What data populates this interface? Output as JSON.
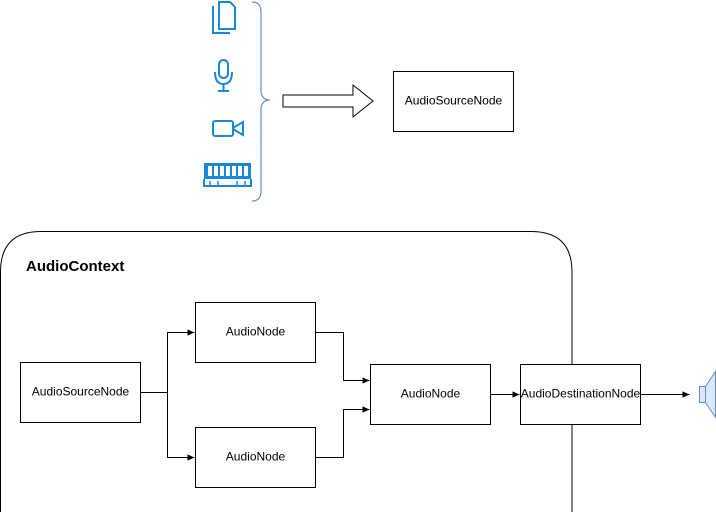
{
  "colors": {
    "icon_blue": "#1a87d9",
    "brace_blue": "#6c8ebf",
    "stroke": "#000000",
    "speaker_fill": "#dae8fc",
    "background": "#ffffff"
  },
  "sources": {
    "icons": [
      "files-icon",
      "microphone-icon",
      "video-camera-icon",
      "memory-chip-icon"
    ]
  },
  "top_source_node": {
    "label": "AudioSourceNode"
  },
  "audio_context": {
    "title": "AudioContext",
    "nodes": {
      "source": "AudioSourceNode",
      "upper": "AudioNode",
      "lower": "AudioNode",
      "merge": "AudioNode",
      "destination": "AudioDestinationNode"
    }
  },
  "output_device": {
    "icon": "speaker-icon"
  }
}
